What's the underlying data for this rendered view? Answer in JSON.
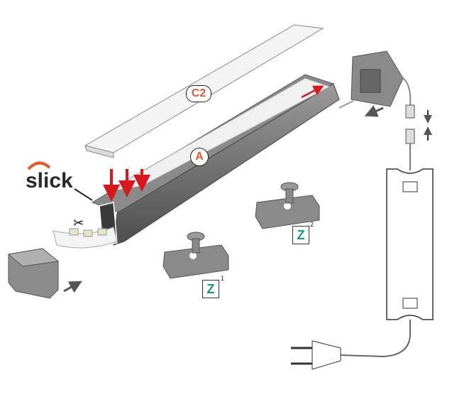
{
  "labels": {
    "cover": "C2",
    "profile": "A",
    "brand": "slick",
    "clip1": "Z",
    "clip1_index": "1",
    "clip2": "Z",
    "clip2_index": "2"
  },
  "colors": {
    "label_orange": "#e8562a",
    "clip_teal": "#1a9a7a",
    "arrow_red": "#d9181e",
    "profile_gray": "#6e6e6e"
  }
}
